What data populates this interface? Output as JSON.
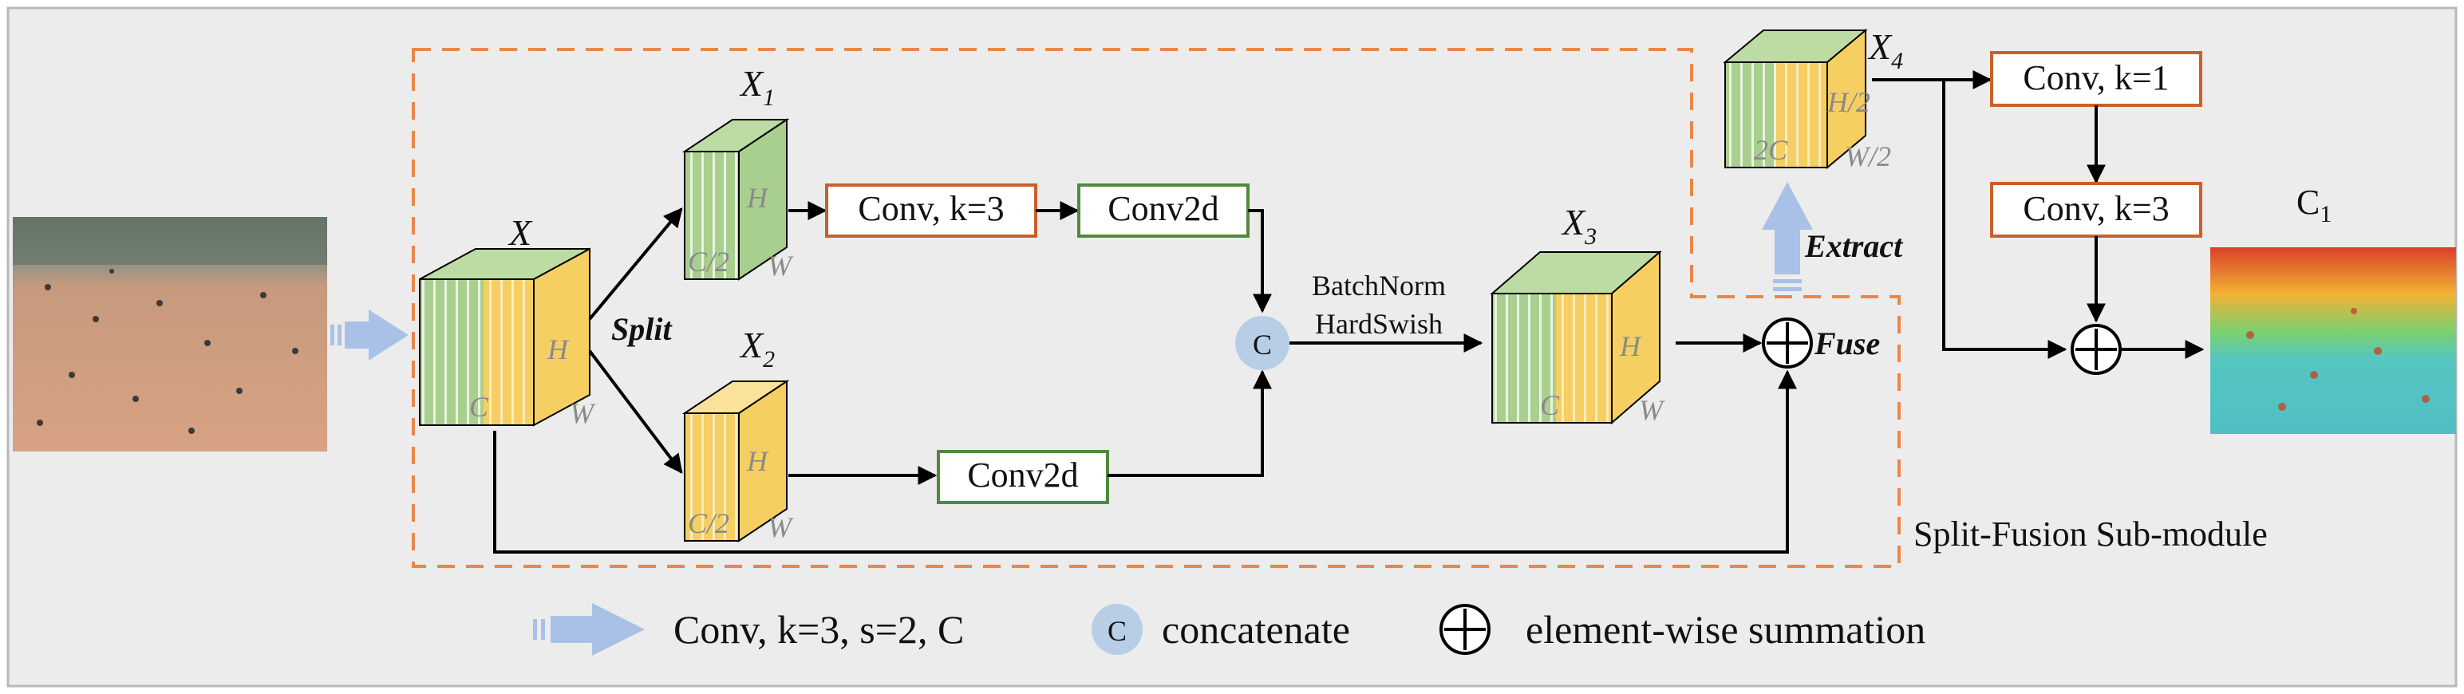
{
  "input_tensor": {
    "label": "X",
    "dim_c": "C",
    "dim_h": "H",
    "dim_w": "W"
  },
  "split_label": "Split",
  "branch1_tensor": {
    "label": "X",
    "subscript": "1",
    "dim_c": "C/2",
    "dim_h": "H",
    "dim_w": "W"
  },
  "branch2_tensor": {
    "label": "X",
    "subscript": "2",
    "dim_c": "C/2",
    "dim_h": "H",
    "dim_w": "W"
  },
  "ops": {
    "conv_k3": "Conv, k=3",
    "conv2d_top": "Conv2d",
    "conv2d_bottom": "Conv2d",
    "concat_symbol": "C",
    "batchnorm": "BatchNorm",
    "hardswish": "HardSwish"
  },
  "x3_tensor": {
    "label": "X",
    "subscript": "3",
    "dim_c": "C",
    "dim_h": "H",
    "dim_w": "W"
  },
  "fuse_label": "Fuse",
  "extract_label": "Extract",
  "x4_tensor": {
    "label": "X",
    "subscript": "4",
    "dim_c": "2C",
    "dim_h": "H/2",
    "dim_w": "W/2"
  },
  "right_ops": {
    "conv_k1": "Conv, k=1",
    "conv_k3": "Conv, k=3"
  },
  "output_label": {
    "text": "C",
    "subscript": "1"
  },
  "submodule_label": "Split-Fusion Sub-module",
  "legend": {
    "conv_desc": "Conv, k=3, s=2, C",
    "concat_symbol": "C",
    "concat_desc": "concatenate",
    "sum_desc": "element-wise summation"
  },
  "colors": {
    "green": "#a9cf8f",
    "yellow": "#f6cf62",
    "orange_border": "#e8874a",
    "concat_fill": "#b7cee6",
    "arrow_blue": "#a9c1e6",
    "panel_bg": "#ececec"
  }
}
